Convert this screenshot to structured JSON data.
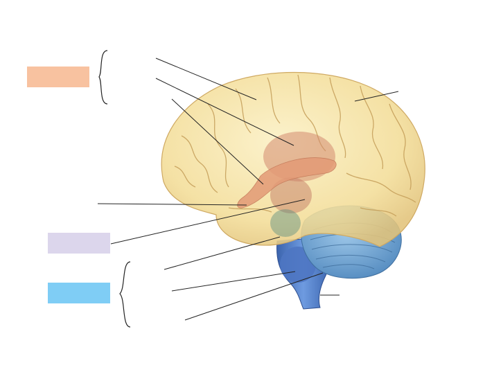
{
  "colors": {
    "background": "#ffffff",
    "forebrain_swatch": "#f8c2a0",
    "midbrain_swatch": "#dcd6ec",
    "hindbrain_swatch": "#7fcdf5",
    "cerebrum": "#f6e3a2",
    "cerebrum_shadow": "#e6c77a",
    "gyri_lines": "#c9a45e",
    "diencephalon": "#d9957a",
    "limbic_tract": "#e49d78",
    "cerebellum": "#6fa3cf",
    "brainstem": "#4d78c4",
    "leader_lines": "#222222"
  },
  "labels": [
    {
      "id": "blank-label-upper-left-1",
      "text": ""
    },
    {
      "id": "blank-label-upper-left-2",
      "text": ""
    },
    {
      "id": "blank-label-upper-left-3",
      "text": ""
    },
    {
      "id": "blank-label-upper-right",
      "text": ""
    },
    {
      "id": "blank-label-middle-left",
      "text": ""
    },
    {
      "id": "blank-label-midbrain",
      "text": ""
    },
    {
      "id": "blank-label-lower-1",
      "text": ""
    },
    {
      "id": "blank-label-lower-2",
      "text": ""
    },
    {
      "id": "blank-label-lower-3",
      "text": ""
    },
    {
      "id": "blank-label-lower-right",
      "text": ""
    }
  ]
}
